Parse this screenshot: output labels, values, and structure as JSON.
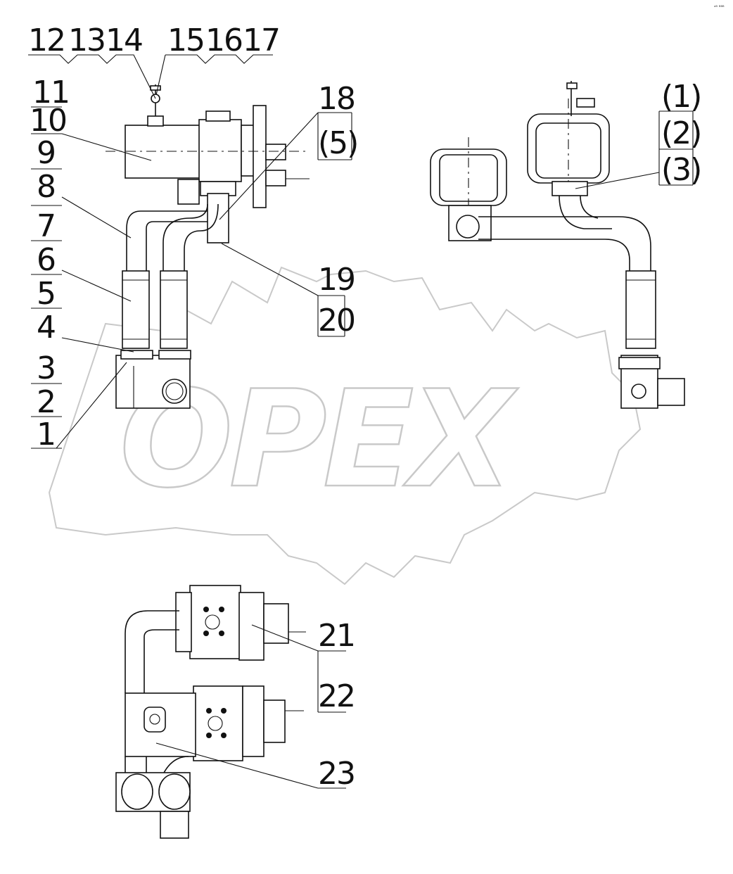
{
  "diagram": {
    "corner_mark": "ᵃᴮ ᴮᴮᴮ",
    "watermark": "OPEX",
    "callouts": {
      "c1": "1",
      "c2": "2",
      "c3": "3",
      "c4": "4",
      "c5": "5",
      "c6": "6",
      "c7": "7",
      "c8": "8",
      "c9": "9",
      "c10": "10",
      "c11": "11",
      "c12": "12",
      "c13": "13",
      "c14": "14",
      "c15": "15",
      "c16": "16",
      "c17": "17",
      "c18": "18",
      "c19": "19",
      "c20": "20",
      "c21": "21",
      "c22": "22",
      "c23": "23",
      "r1": "(1)",
      "r2": "(2)",
      "r3": "(3)",
      "r5": "(5)"
    }
  }
}
